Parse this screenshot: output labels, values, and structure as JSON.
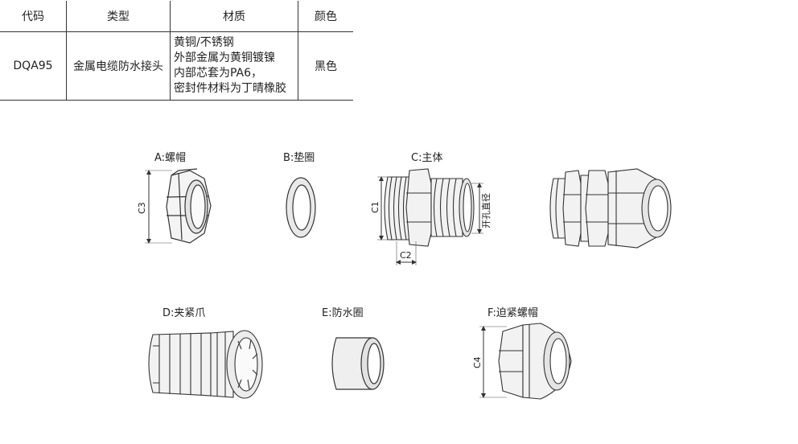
{
  "table": {
    "headers": [
      "代码",
      "类型",
      "材质",
      "颜色"
    ],
    "rows": [
      {
        "code": "DQA95",
        "type": "金属电缆防水接头",
        "material": [
          "黄铜/不锈钢",
          "外部金属为黄铜镀镍",
          "内部芯套为PA6，",
          "密封件材料为丁晴橡胶"
        ],
        "color": "黑色"
      }
    ]
  },
  "parts": {
    "a": "A:螺帽",
    "b": "B:垫圈",
    "c": "C:主体",
    "d": "D:夹紧爪",
    "e": "E:防水圈",
    "f": "F:迫紧螺帽"
  },
  "dimensions": {
    "c3": "C3",
    "c1": "C1",
    "c2": "C2",
    "c4": "C4",
    "bore": "开孔直径"
  }
}
